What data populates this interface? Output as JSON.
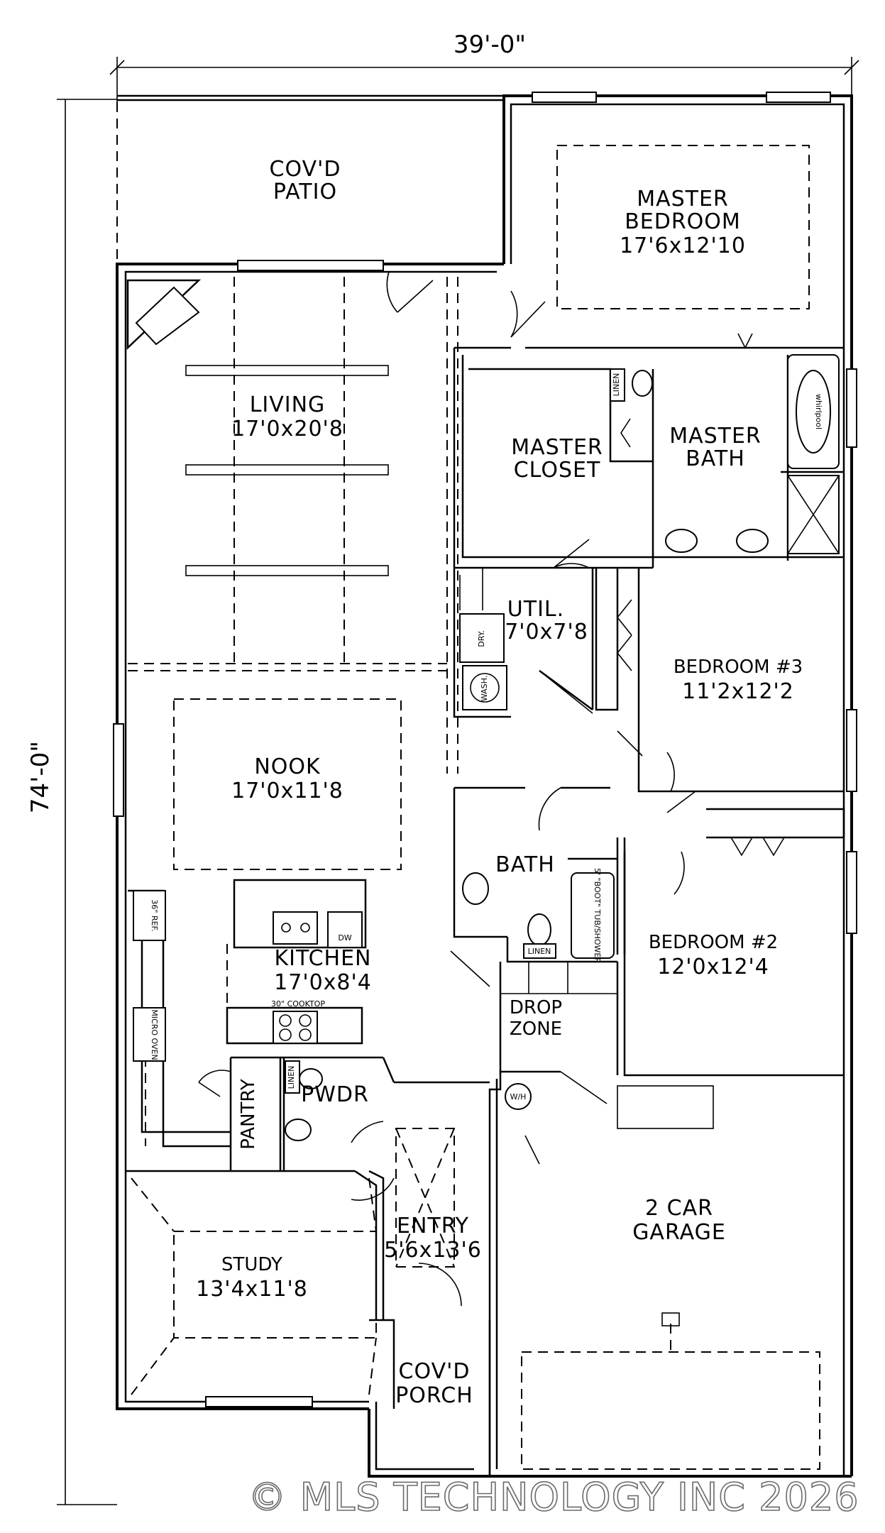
{
  "dimensions": {
    "width": "39'-0\"",
    "depth": "74'-0\""
  },
  "rooms": {
    "covd_patio": {
      "line1": "COV'D",
      "line2": "PATIO"
    },
    "master_bedroom": {
      "line1": "MASTER",
      "line2": "BEDROOM",
      "size": "17'6x12'10"
    },
    "living": {
      "name": "LIVING",
      "size": "17'0x20'8"
    },
    "master_closet": {
      "line1": "MASTER",
      "line2": "CLOSET"
    },
    "master_bath": {
      "line1": "MASTER",
      "line2": "BATH"
    },
    "utility": {
      "name": "UTIL.",
      "size": "7'0x7'8"
    },
    "bedroom3": {
      "name": "BEDROOM #3",
      "size": "11'2x12'2"
    },
    "nook": {
      "name": "NOOK",
      "size": "17'0x11'8"
    },
    "bath": {
      "name": "BATH"
    },
    "bedroom2": {
      "name": "BEDROOM #2",
      "size": "12'0x12'4"
    },
    "kitchen": {
      "name": "KITCHEN",
      "size": "17'0x8'4"
    },
    "drop_zone": {
      "line1": "DROP",
      "line2": "ZONE"
    },
    "pantry": {
      "name": "PANTRY"
    },
    "powder": {
      "name": "PWDR"
    },
    "entry": {
      "name": "ENTRY",
      "size": "5'6x13'6"
    },
    "garage": {
      "line1": "2 CAR",
      "line2": "GARAGE"
    },
    "study": {
      "name": "STUDY",
      "size": "13'4x11'8"
    },
    "covd_porch": {
      "line1": "COV'D",
      "line2": "PORCH"
    }
  },
  "fixtures": {
    "linen": "LINEN",
    "whirlpool": "whirlpool",
    "dryer": "DRY.",
    "washer": "WASH.",
    "refrigerator": "36\" REF.",
    "dishwasher": "DW",
    "microwave_oven": "MICRO OVEN",
    "cooktop": "30\" COOKTOP",
    "water_heater": "W/H",
    "tub_shower": "5' \"BOOT\" TUB/SHOWER"
  },
  "watermark": "© MLS TECHNOLOGY INC 2026"
}
